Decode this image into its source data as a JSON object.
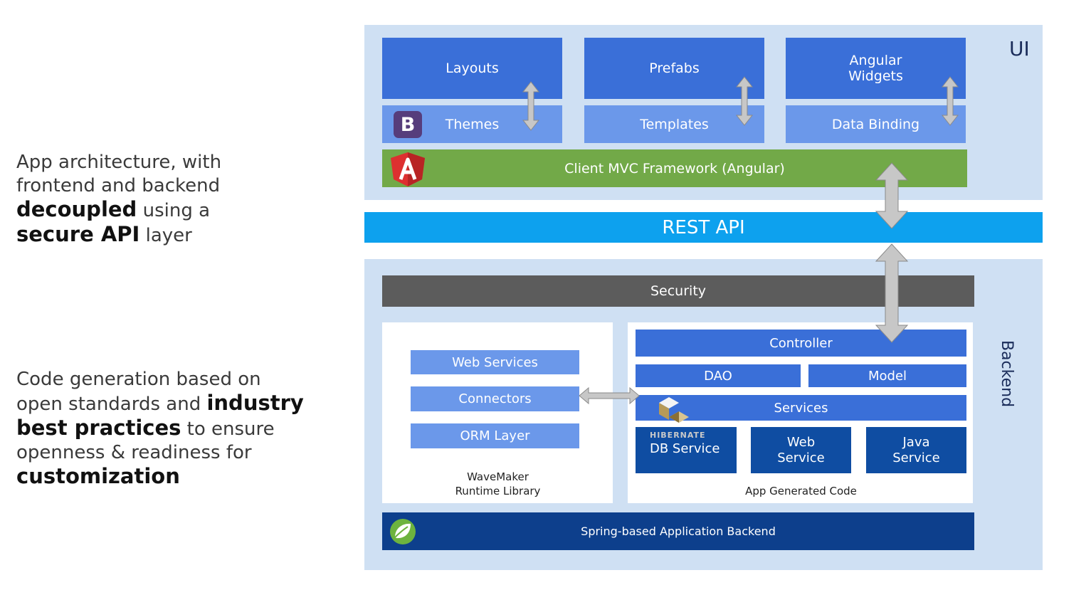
{
  "left_text": {
    "p1_a": "App architecture, with",
    "p1_b": "frontend and backend",
    "p1_bold1": "decoupled",
    "p1_c": " using a",
    "p1_bold2": "secure API",
    "p1_d": " layer",
    "p2_a": "Code generation based on",
    "p2_b": "open standards and ",
    "p2_bold1": "industry",
    "p2_bold2": "best practices",
    "p2_c": " to ensure",
    "p2_d": "openness & readiness for",
    "p2_bold3": "customization"
  },
  "ui": {
    "label": "UI",
    "layouts": "Layouts",
    "prefabs": "Prefabs",
    "angular_widgets_1": "Angular",
    "angular_widgets_2": "Widgets",
    "themes": "Themes",
    "templates": "Templates",
    "data_binding": "Data Binding",
    "bootstrap_letter": "B",
    "mvc": "Client MVC Framework (Angular)"
  },
  "rest_api": "REST API",
  "backend": {
    "label": "Backend",
    "security": "Security",
    "library": {
      "items": [
        "Web Services",
        "Connectors",
        "ORM Layer"
      ],
      "caption_1": "WaveMaker",
      "caption_2": "Runtime Library"
    },
    "generated": {
      "controller": "Controller",
      "dao": "DAO",
      "model": "Model",
      "services": "Services",
      "hibernate": "HIBERNATE",
      "db_service": "DB Service",
      "web_service_1": "Web",
      "web_service_2": "Service",
      "java_service_1": "Java",
      "java_service_2": "Service",
      "caption": "App Generated Code"
    },
    "spring": "Spring-based Application Backend"
  }
}
